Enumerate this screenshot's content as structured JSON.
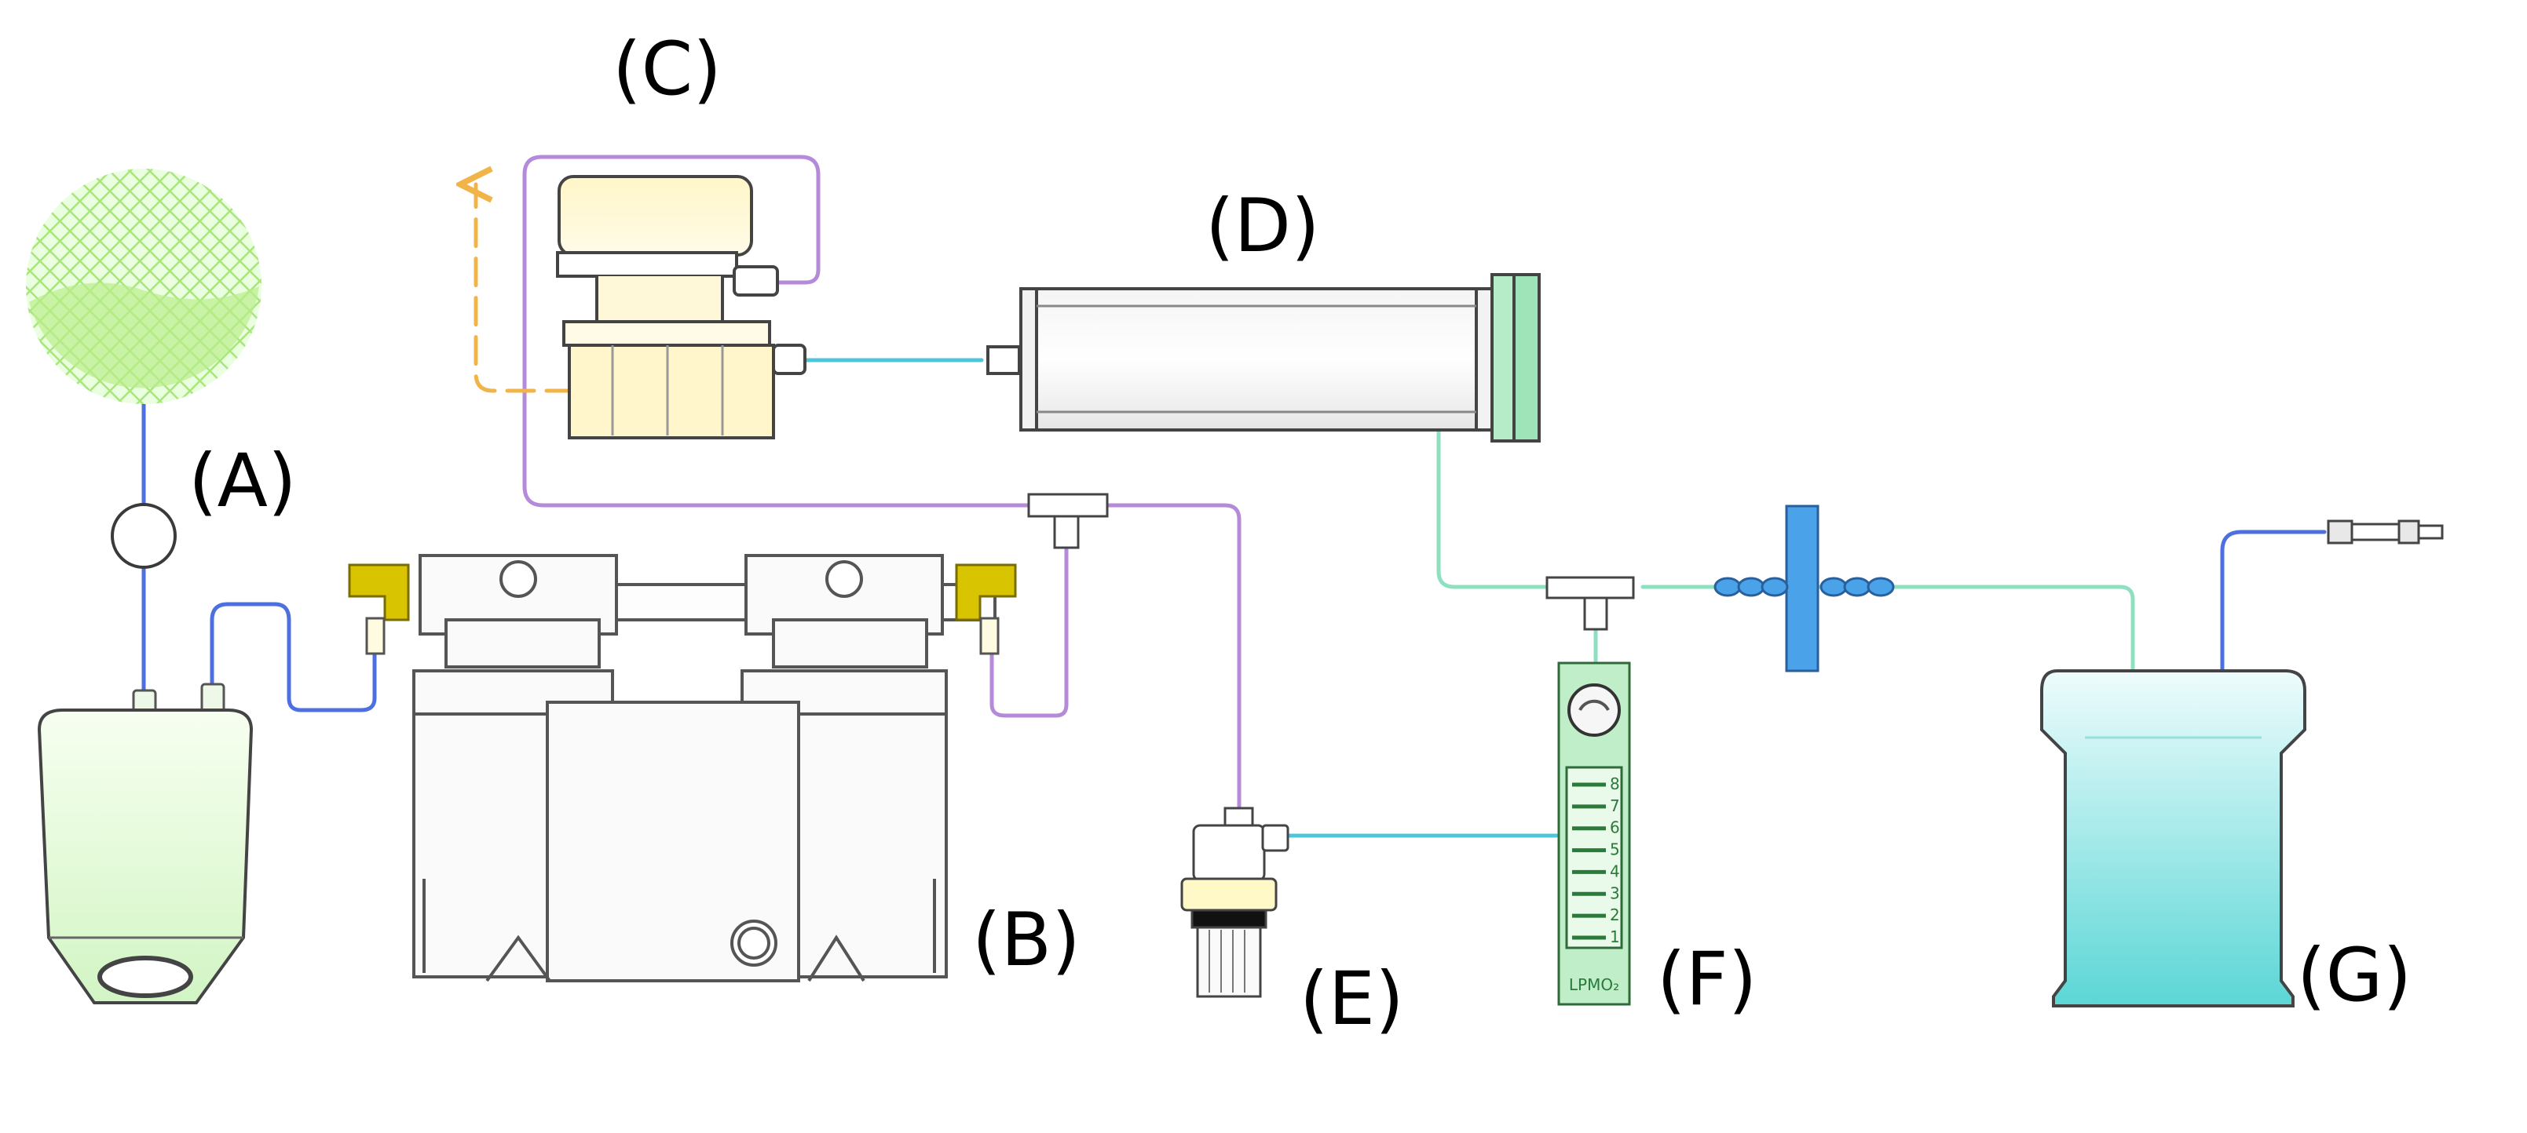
{
  "labels": {
    "a": "(A)",
    "b": "(B)",
    "c": "(C)",
    "d": "(D)",
    "e": "(E)",
    "f": "(F)",
    "g": "(G)"
  },
  "flowmeter": {
    "unit_text": "LPMO₂",
    "scale": [
      "8",
      "7",
      "6",
      "5",
      "4",
      "3",
      "2",
      "1"
    ]
  },
  "colors": {
    "tube_blue": "#4d6fe0",
    "tube_cyan": "#4cc6d8",
    "tube_mint": "#8fe0c0",
    "tube_purple": "#b58ad8",
    "tube_orange": "#f0b448",
    "connector_yellow": "#d8c400",
    "filter_green": "#8ee68e",
    "water_cyan": "#5cd6d6",
    "outline": "#3a3a3a"
  }
}
